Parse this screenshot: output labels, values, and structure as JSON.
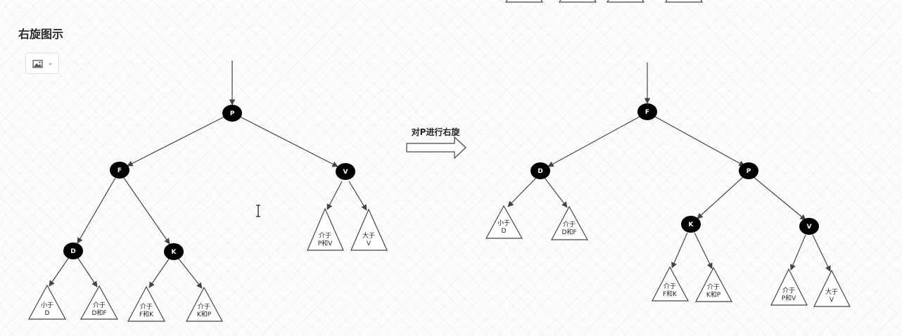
{
  "heading": "右旋图示",
  "toolbar": {
    "image_icon": "image-icon",
    "dropdown_icon": "caret-down-icon"
  },
  "operation_label": "对P进行右旋",
  "before": {
    "nodes": [
      {
        "id": "P",
        "label": "P"
      },
      {
        "id": "F",
        "label": "F"
      },
      {
        "id": "V",
        "label": "V"
      },
      {
        "id": "D",
        "label": "D"
      },
      {
        "id": "K",
        "label": "K"
      }
    ],
    "subtrees": [
      {
        "id": "lt-d",
        "line1": "小于",
        "line2": "D"
      },
      {
        "id": "d-f",
        "line1": "介于",
        "line2": "D和F"
      },
      {
        "id": "f-k",
        "line1": "介于",
        "line2": "F和K"
      },
      {
        "id": "k-p",
        "line1": "介于",
        "line2": "K和P"
      },
      {
        "id": "p-v",
        "line1": "介于",
        "line2": "P和V"
      },
      {
        "id": "gt-v",
        "line1": "大于",
        "line2": "V"
      }
    ]
  },
  "after": {
    "nodes": [
      {
        "id": "F",
        "label": "F"
      },
      {
        "id": "D",
        "label": "D"
      },
      {
        "id": "P",
        "label": "P"
      },
      {
        "id": "K",
        "label": "K"
      },
      {
        "id": "V",
        "label": "V"
      }
    ],
    "subtrees": [
      {
        "id": "lt-d",
        "line1": "小于",
        "line2": "D"
      },
      {
        "id": "d-f",
        "line1": "介于",
        "line2": "D和F"
      },
      {
        "id": "f-k",
        "line1": "介于",
        "line2": "F和K"
      },
      {
        "id": "k-p",
        "line1": "介于",
        "line2": "K和P"
      },
      {
        "id": "p-v",
        "line1": "介于",
        "line2": "P和V"
      },
      {
        "id": "gt-v",
        "line1": "大于",
        "line2": "V"
      }
    ]
  },
  "colors": {
    "node_fill": "#000000",
    "line": "#444444",
    "text": "#222222"
  }
}
